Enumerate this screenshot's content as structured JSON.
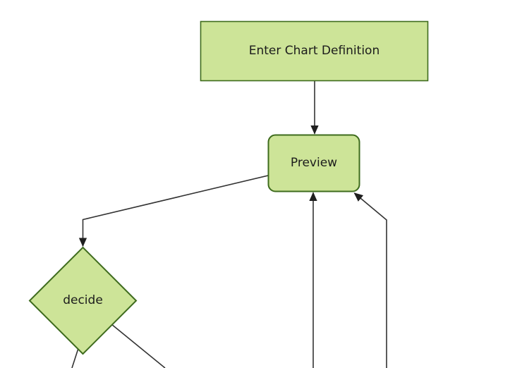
{
  "diagram": {
    "type": "flowchart",
    "orientation": "top-down",
    "nodes": [
      {
        "id": "enter-chart-definition",
        "label": "Enter Chart Definition",
        "shape": "rectangle"
      },
      {
        "id": "preview",
        "label": "Preview",
        "shape": "rounded-rectangle"
      },
      {
        "id": "decide",
        "label": "decide",
        "shape": "diamond"
      }
    ],
    "edges": [
      {
        "from": "enter-chart-definition",
        "to": "preview",
        "arrowhead": true
      },
      {
        "from": "preview",
        "to": "decide",
        "arrowhead": true
      },
      {
        "from": "offscreen-bottom",
        "to": "preview",
        "arrowhead": true
      },
      {
        "from": "offscreen-bottom-right",
        "to": "preview",
        "arrowhead": true
      },
      {
        "from": "decide",
        "to": "offscreen-bottom-left",
        "arrowhead": false
      },
      {
        "from": "decide",
        "to": "offscreen-bottom-right",
        "arrowhead": false
      }
    ],
    "colors": {
      "node_fill": "#cde498",
      "node_border": "#3e6b1d",
      "edge_line": "#333333",
      "arrowhead": "#1f1f1f",
      "text": "#1c1c1c",
      "background": "#ffffff"
    }
  }
}
